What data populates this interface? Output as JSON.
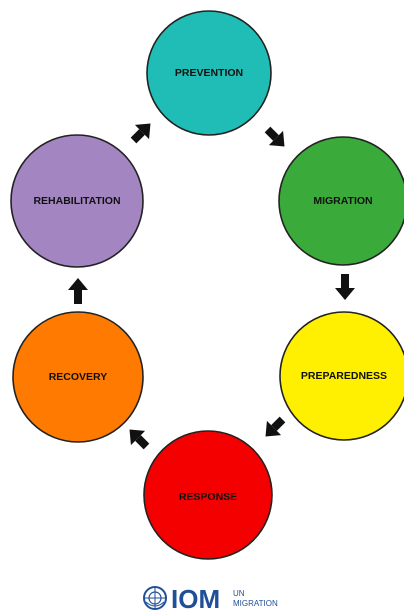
{
  "diagram": {
    "stages": [
      {
        "id": "prevention",
        "label": "PREVENTION",
        "color": "#1fbdb5"
      },
      {
        "id": "migration",
        "label": "MIGRATION",
        "color": "#3aaa3a"
      },
      {
        "id": "preparedness",
        "label": "PREPAREDNESS",
        "color": "#ffef00"
      },
      {
        "id": "response",
        "label": "RESPONSE",
        "color": "#f50000"
      },
      {
        "id": "recovery",
        "label": "RECOVERY",
        "color": "#ff7a00"
      },
      {
        "id": "rehabilitation",
        "label": "REHABILITATION",
        "color": "#a385c2"
      }
    ],
    "flow": [
      [
        "prevention",
        "migration"
      ],
      [
        "migration",
        "preparedness"
      ],
      [
        "preparedness",
        "response"
      ],
      [
        "response",
        "recovery"
      ],
      [
        "recovery",
        "rehabilitation"
      ],
      [
        "rehabilitation",
        "prevention"
      ]
    ]
  },
  "logo": {
    "wordmark": "IOM",
    "tag_top": "UN",
    "tag_bottom": "MIGRATION",
    "color": "#1f4f97"
  }
}
